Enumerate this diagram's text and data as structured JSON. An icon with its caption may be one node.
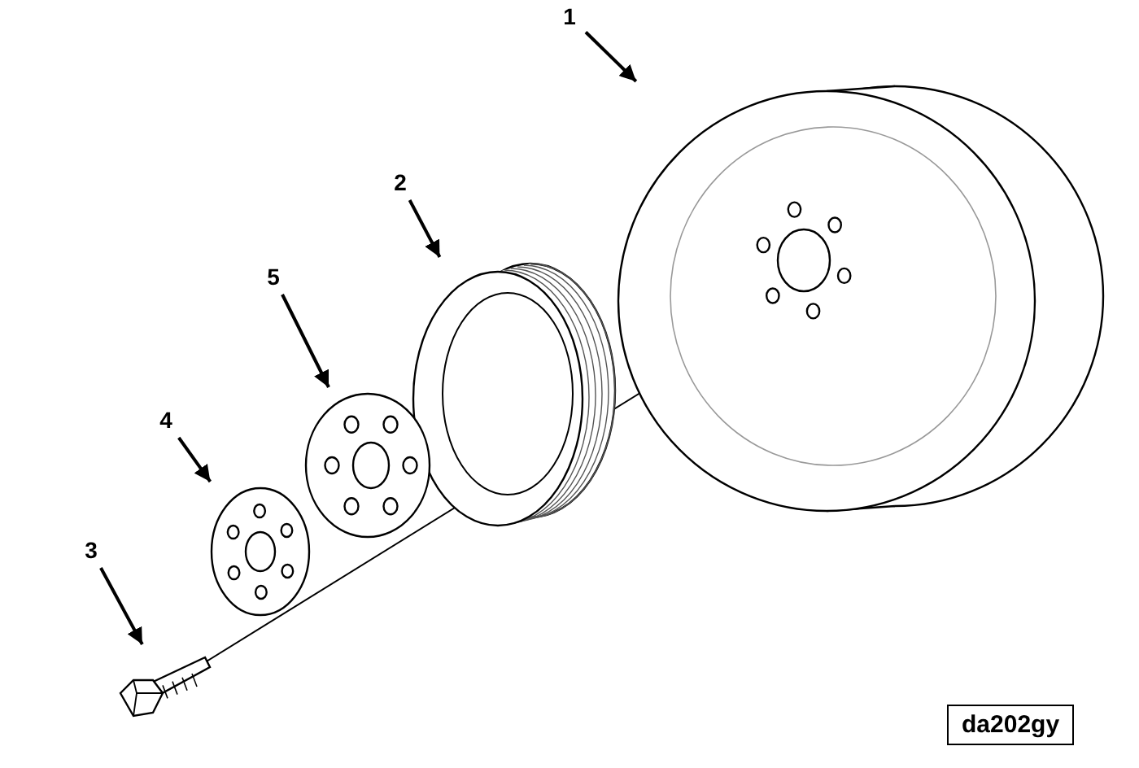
{
  "diagram": {
    "nodes": [
      {
        "text": [
          "1"
        ]
      },
      {
        "text": [],
        "shape": "picture"
      },
      {
        "text": [
          "2"
        ]
      },
      {
        "text": [],
        "shape": "picture"
      },
      {
        "text": [
          "5"
        ]
      },
      {
        "text": [],
        "shape": "picture"
      },
      {
        "text": [
          "4"
        ]
      },
      {
        "text": [],
        "shape": "picture"
      },
      {
        "text": [
          "3"
        ]
      },
      {
        "text": [],
        "shape": "picture"
      }
    ],
    "edges": [
      {
        "from": 0,
        "to": 1,
        "arrow": "to"
      },
      {
        "from": 2,
        "to": 3,
        "arrow": "to"
      },
      {
        "from": 4,
        "to": 5,
        "arrow": "to"
      },
      {
        "from": 6,
        "to": 7,
        "arrow": "to"
      },
      {
        "from": 8,
        "to": 9,
        "arrow": "to"
      }
    ],
    "labels": [
      "da202gy"
    ]
  }
}
